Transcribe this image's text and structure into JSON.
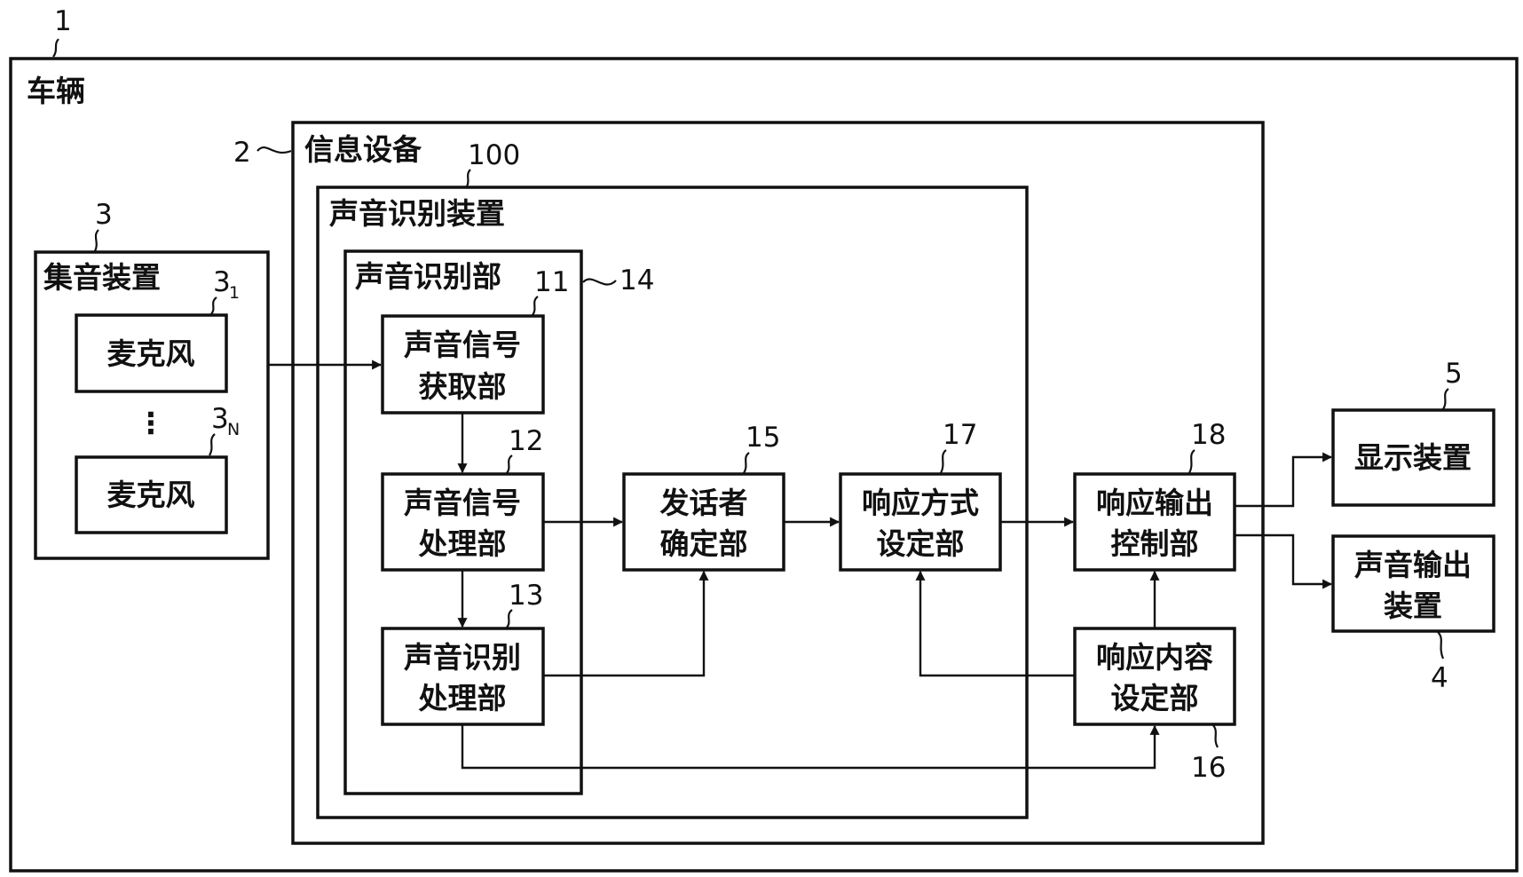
{
  "refs": {
    "r1": "1",
    "r2": "2",
    "r3": "3",
    "r3_1": "3",
    "r3_1_sub": "1",
    "r3_n": "3",
    "r3_n_sub": "N",
    "r4": "4",
    "r5": "5",
    "r11": "11",
    "r12": "12",
    "r13": "13",
    "r14": "14",
    "r15": "15",
    "r16": "16",
    "r17": "17",
    "r18": "18",
    "r100": "100"
  },
  "containers": {
    "vehicle": "车辆",
    "info_device": "信息设备",
    "speech_recognition_device": "声音识别装置",
    "speech_recognition_unit": "声音识别部",
    "sound_collection_device": "集音装置"
  },
  "blocks": {
    "mic_1": [
      "麦克风"
    ],
    "mic_n": [
      "麦克风"
    ],
    "mic_ellipsis": "⋮",
    "signal_acquisition": [
      "声音信号",
      "获取部"
    ],
    "signal_processing": [
      "声音信号",
      "处理部"
    ],
    "recognition_processing": [
      "声音识别",
      "处理部"
    ],
    "speaker_determination": [
      "发话者",
      "确定部"
    ],
    "response_mode_setting": [
      "响应方式",
      "设定部"
    ],
    "response_output_control": [
      "响应输出",
      "控制部"
    ],
    "response_content_setting": [
      "响应内容",
      "设定部"
    ],
    "display_device": [
      "显示装置"
    ],
    "audio_output_device": [
      "声音输出",
      "装置"
    ]
  }
}
